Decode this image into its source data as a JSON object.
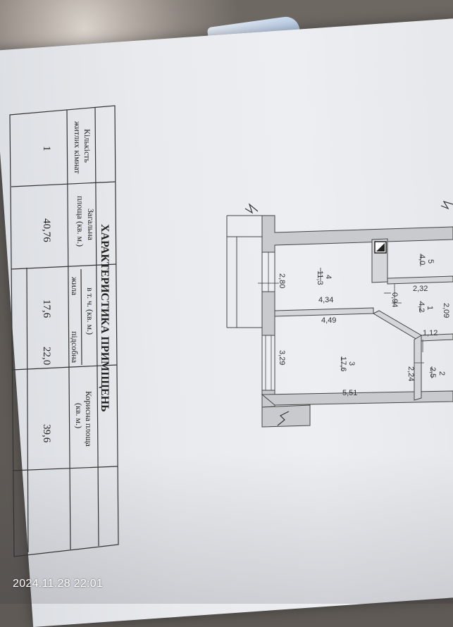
{
  "timestamp": "2024.11.28 22:01",
  "table": {
    "title": "ХАРАКТЕРИСТИКА ПРИМІЩЕНЬ",
    "col_rooms": [
      "Кількість",
      "житлих кімнат"
    ],
    "col_total": [
      "Загальна",
      "площа (кв. м.)"
    ],
    "col_incl": "в т. ч. (кв. м.)",
    "col_living": "жила",
    "col_aux": "підсобна",
    "col_useful": [
      "Корисна площа",
      "(кв. м.)"
    ],
    "val_rooms": "1",
    "val_total": "40,76",
    "val_living": "17,6",
    "val_aux": "22,0",
    "val_useful": "39,6"
  },
  "plan": {
    "rooms": [
      {
        "num": "4",
        "area": "11,3"
      },
      {
        "num": "5",
        "area": "4,0"
      },
      {
        "num": "1",
        "area": "4,2"
      },
      {
        "num": "3",
        "area": "17,6"
      },
      {
        "num": "2",
        "area": "2,5"
      }
    ],
    "dims": {
      "d280": "2,80",
      "d434": "4,34",
      "d449": "4,49",
      "d329": "3,29",
      "d551": "5,51",
      "d224": "2,24",
      "d094": "0,94",
      "d232": "2,32",
      "d209": "2,09",
      "d112": "1,12"
    }
  }
}
